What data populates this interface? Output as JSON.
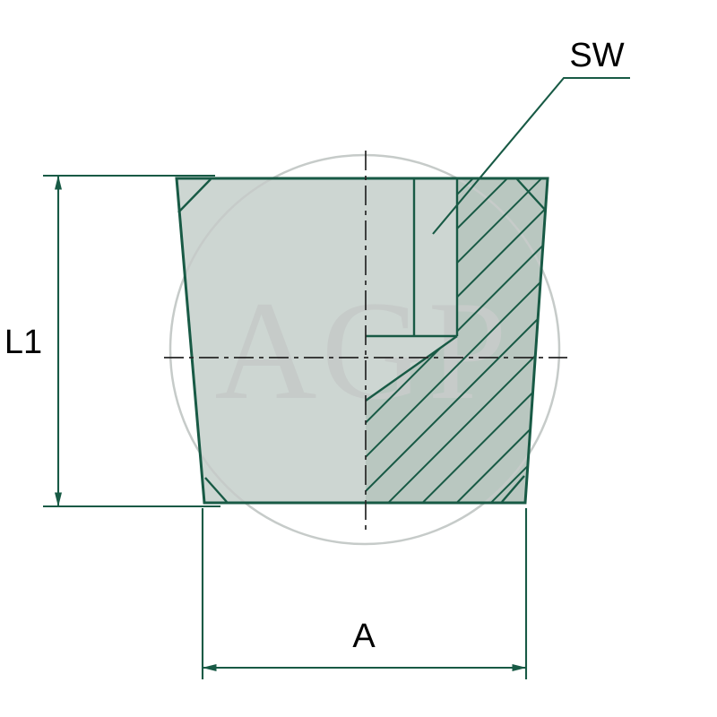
{
  "labels": {
    "width_across_flats": "SW",
    "length": "L1",
    "width": "A"
  },
  "watermark": {
    "text": "AGP"
  },
  "colors": {
    "line": "#185a45",
    "dimension": "#185a45",
    "centerline": "#262626",
    "label_text": "#000000",
    "body_fill": "#cdd6d2",
    "section_fill": "#b9c7c0",
    "watermark": "#c6cbc9",
    "background": "#ffffff"
  }
}
